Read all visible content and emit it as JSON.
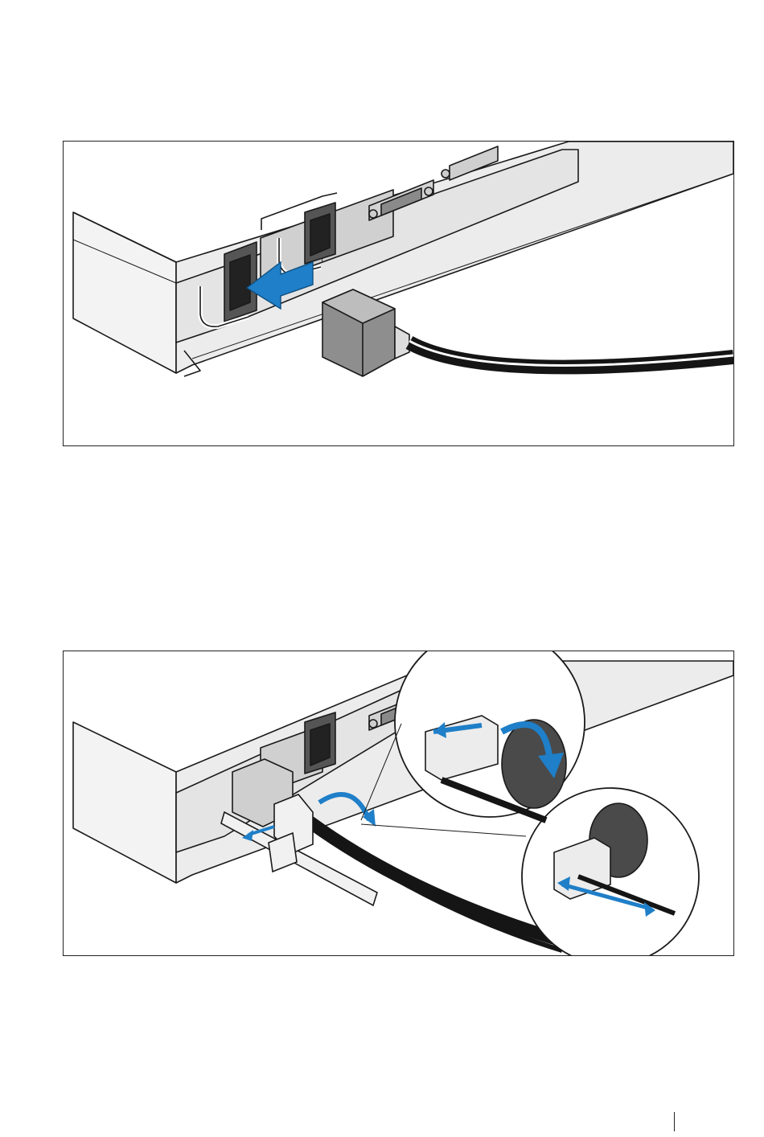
{
  "figures": [
    {
      "id": "fig1",
      "content": "illustration"
    },
    {
      "id": "fig2",
      "content": "illustration"
    }
  ],
  "colors": {
    "arrow_blue": "#1f7fc8",
    "chassis_light": "#f1f1f1",
    "chassis_shade": "#d8d8d8",
    "panel_dark": "#4a4a4a",
    "cable_black": "#151515",
    "outline": "#1a1a1a"
  },
  "icons": [
    "power-plug-icon",
    "insert-arrow-icon",
    "strap-loop-arrow-icon",
    "tighten-arrow-icon"
  ]
}
